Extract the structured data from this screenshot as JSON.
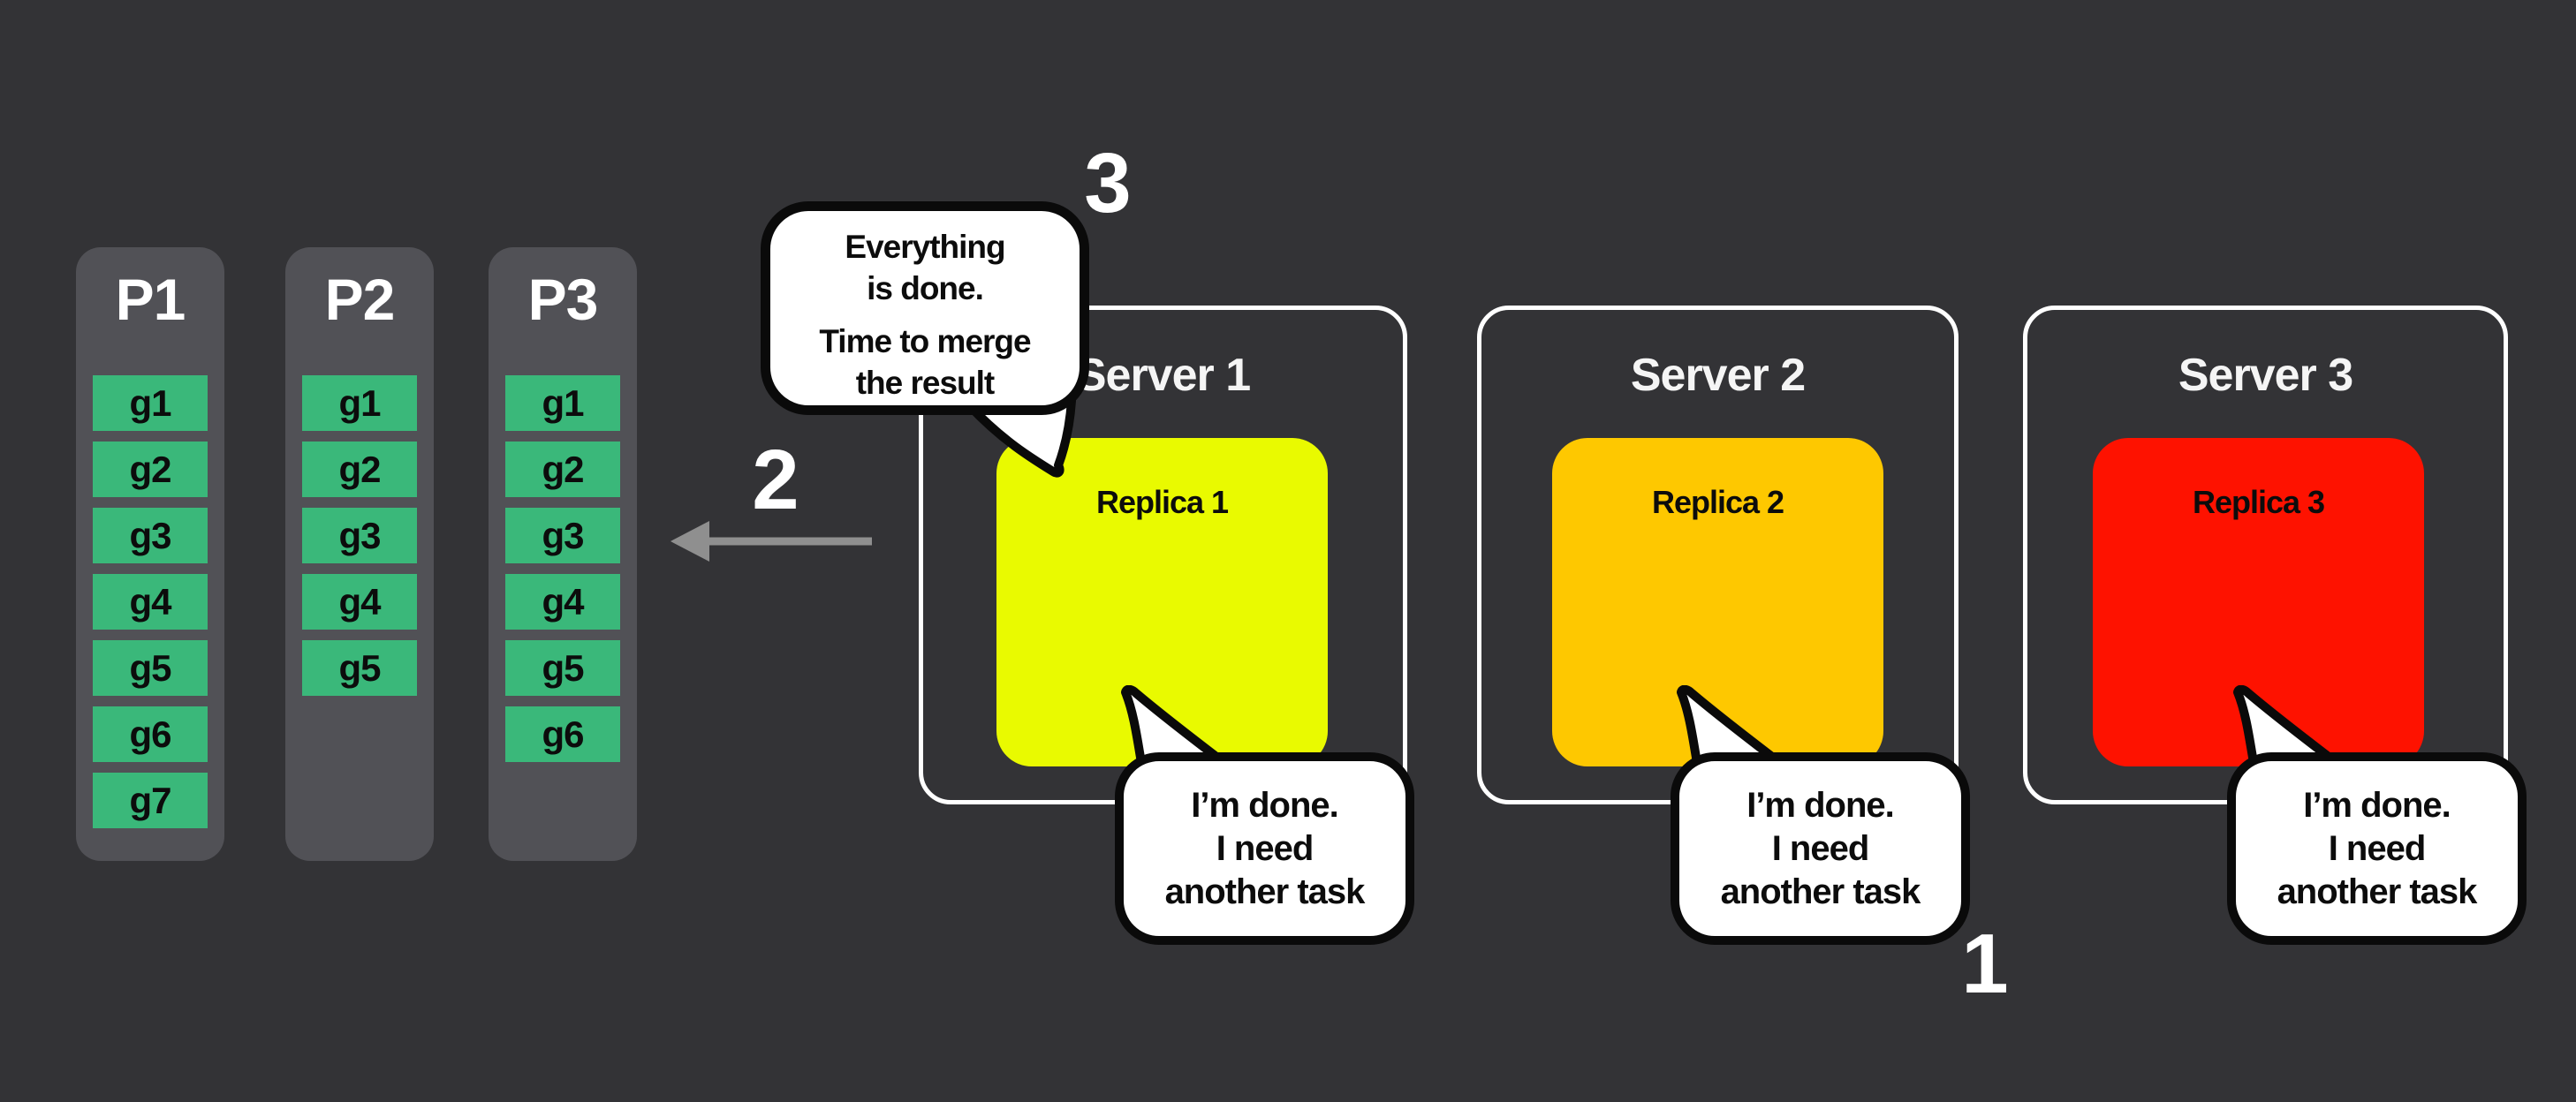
{
  "diagram_title": "distributed task execution - merge step",
  "colors": {
    "background": "#333336",
    "partition_bg": "#515156",
    "task_green": "#3ab87a",
    "replica_yellow": "#e9fa00",
    "replica_orange": "#fec800",
    "replica_red": "#fe1200",
    "bubble_bg": "#ffffff",
    "outline_black": "#0a0a0a",
    "server_border": "#ffffff",
    "arrow_gray": "#8f8f8f",
    "text_light": "#ffffff",
    "text_dark": "#0c0c0c"
  },
  "partitions": [
    {
      "label": "P1",
      "tasks": [
        "g1",
        "g2",
        "g3",
        "g4",
        "g5",
        "g6",
        "g7"
      ]
    },
    {
      "label": "P2",
      "tasks": [
        "g1",
        "g2",
        "g3",
        "g4",
        "g5"
      ]
    },
    {
      "label": "P3",
      "tasks": [
        "g1",
        "g2",
        "g3",
        "g4",
        "g5",
        "g6"
      ]
    }
  ],
  "servers": [
    {
      "name": "Server 1",
      "replica": {
        "label": "Replica 1",
        "color": "#e9fa00"
      },
      "bubble_text": "I’m done.\nI need\nanother task"
    },
    {
      "name": "Server 2",
      "replica": {
        "label": "Replica 2",
        "color": "#fec800"
      },
      "bubble_text": "I’m done.\nI need\nanother task"
    },
    {
      "name": "Server 3",
      "replica": {
        "label": "Replica 3",
        "color": "#fe1200"
      },
      "bubble_text": "I’m done.\nI need\nanother task"
    }
  ],
  "merge_bubble": {
    "sentence1": "Everything\nis done.",
    "sentence2": "Time to merge\nthe result"
  },
  "step_labels": {
    "one": "1",
    "two": "2",
    "three": "3"
  }
}
